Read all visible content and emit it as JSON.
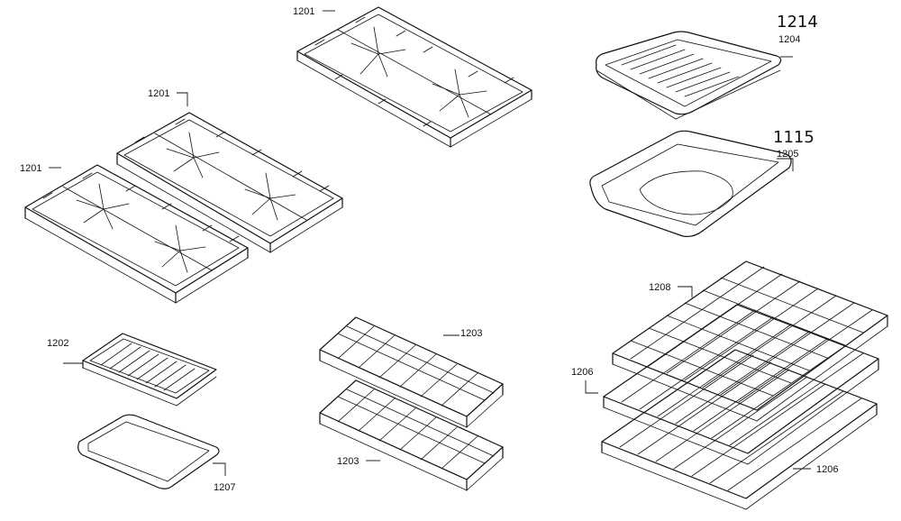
{
  "labels": {
    "grate_top": "1201",
    "grate_mid": "1201",
    "grate_left": "1201",
    "broiler_pan_top": "1204",
    "broiler_pan_top_handwritten": "1214",
    "roasting_pan": "1205",
    "roasting_pan_handwritten": "1115",
    "broil_insert": "1202",
    "broil_tray": "1207",
    "oven_rack_upper": "1203",
    "oven_rack_lower": "1203",
    "rack_assembly_top": "1208",
    "rack_assembly_left": "1206",
    "rack_assembly_right": "1206"
  }
}
